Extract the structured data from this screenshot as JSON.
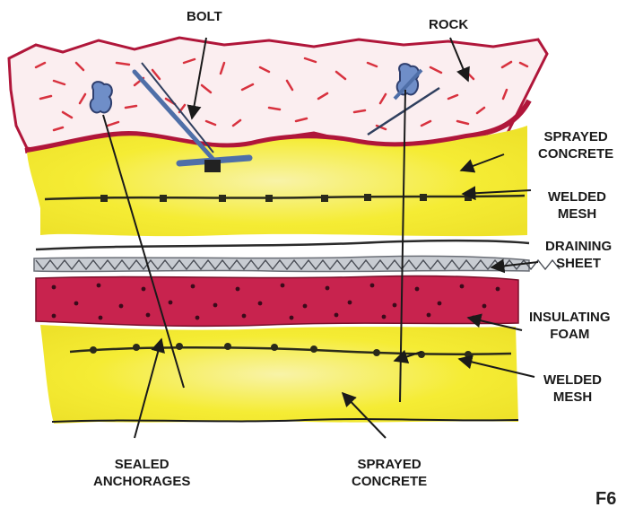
{
  "labels": {
    "bolt": "BOLT",
    "rock": "ROCK",
    "sprayed_concrete_top": [
      "SPRAYED",
      "CONCRETE"
    ],
    "welded_mesh_top": [
      "WELDED",
      "MESH"
    ],
    "draining_sheet": [
      "DRAINING",
      "SHEET"
    ],
    "insulating_foam": [
      "INSULATING",
      "FOAM"
    ],
    "welded_mesh_bottom": [
      "WELDED",
      "MESH"
    ],
    "sealed_anchorages": [
      "SEALED",
      "ANCHORAGES"
    ],
    "sprayed_concrete_bottom": [
      "SPRAYED",
      "CONCRETE"
    ],
    "figure_id": "F6"
  },
  "colors": {
    "rock_fill": "#fbeef0",
    "rock_edge": "#b0163a",
    "rock_speckle": "#d8323f",
    "concrete": "#f5ec34",
    "concrete_light": "#f8f3a8",
    "foam": "#c8234e",
    "foam_dot": "#3a0a1a",
    "draining": "#9aa0a8",
    "mesh": "#2a2a1a",
    "bolt": "#4f6fa8",
    "line": "#1a1a1a"
  },
  "icons": [
    "rock-bolt-icon",
    "anchor-head-icon",
    "arrow-icon"
  ]
}
